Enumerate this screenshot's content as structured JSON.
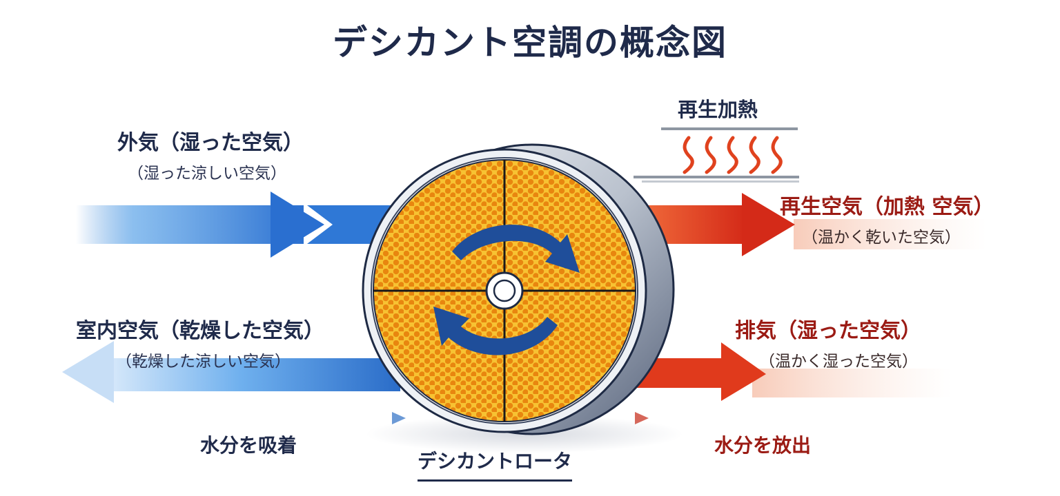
{
  "title": "デシカント空調の概念図",
  "left": {
    "outside_air": {
      "label": "外気（湿った空気）",
      "sub": "（湿った涼しい空気）",
      "direction": "in",
      "color": "#2f7fd6"
    },
    "indoor_air": {
      "label": "室内空気（乾燥した空気）",
      "sub": "（乾燥した涼しい空気）",
      "direction": "out",
      "color": "#2f7fd6"
    },
    "adsorb_label": "水分を吸着"
  },
  "right": {
    "regen_heat": {
      "label": "再生加熱",
      "icon": "heat-waves-icon",
      "wave_count": 5
    },
    "regen_air": {
      "label": "再生空気（加熱 空気）",
      "sub": "（温かく乾いた空気）",
      "color": "#e5461f"
    },
    "exhaust_air": {
      "label": "排気（湿った空気）",
      "sub": "（温かく湿った空気）",
      "color": "#e5461f"
    },
    "release_label": "水分を放出"
  },
  "rotor": {
    "label": "デシカントロータ",
    "icon": "rotation-arrows-icon",
    "fill_color": "#f5b21e",
    "cell_color": "#e8860f",
    "arrow_color": "#1f4e9a"
  },
  "colors": {
    "title": "#1f2a4a",
    "cool": "#2f7fd6",
    "warm": "#e5461f",
    "warm_text": "#9b1b14"
  }
}
